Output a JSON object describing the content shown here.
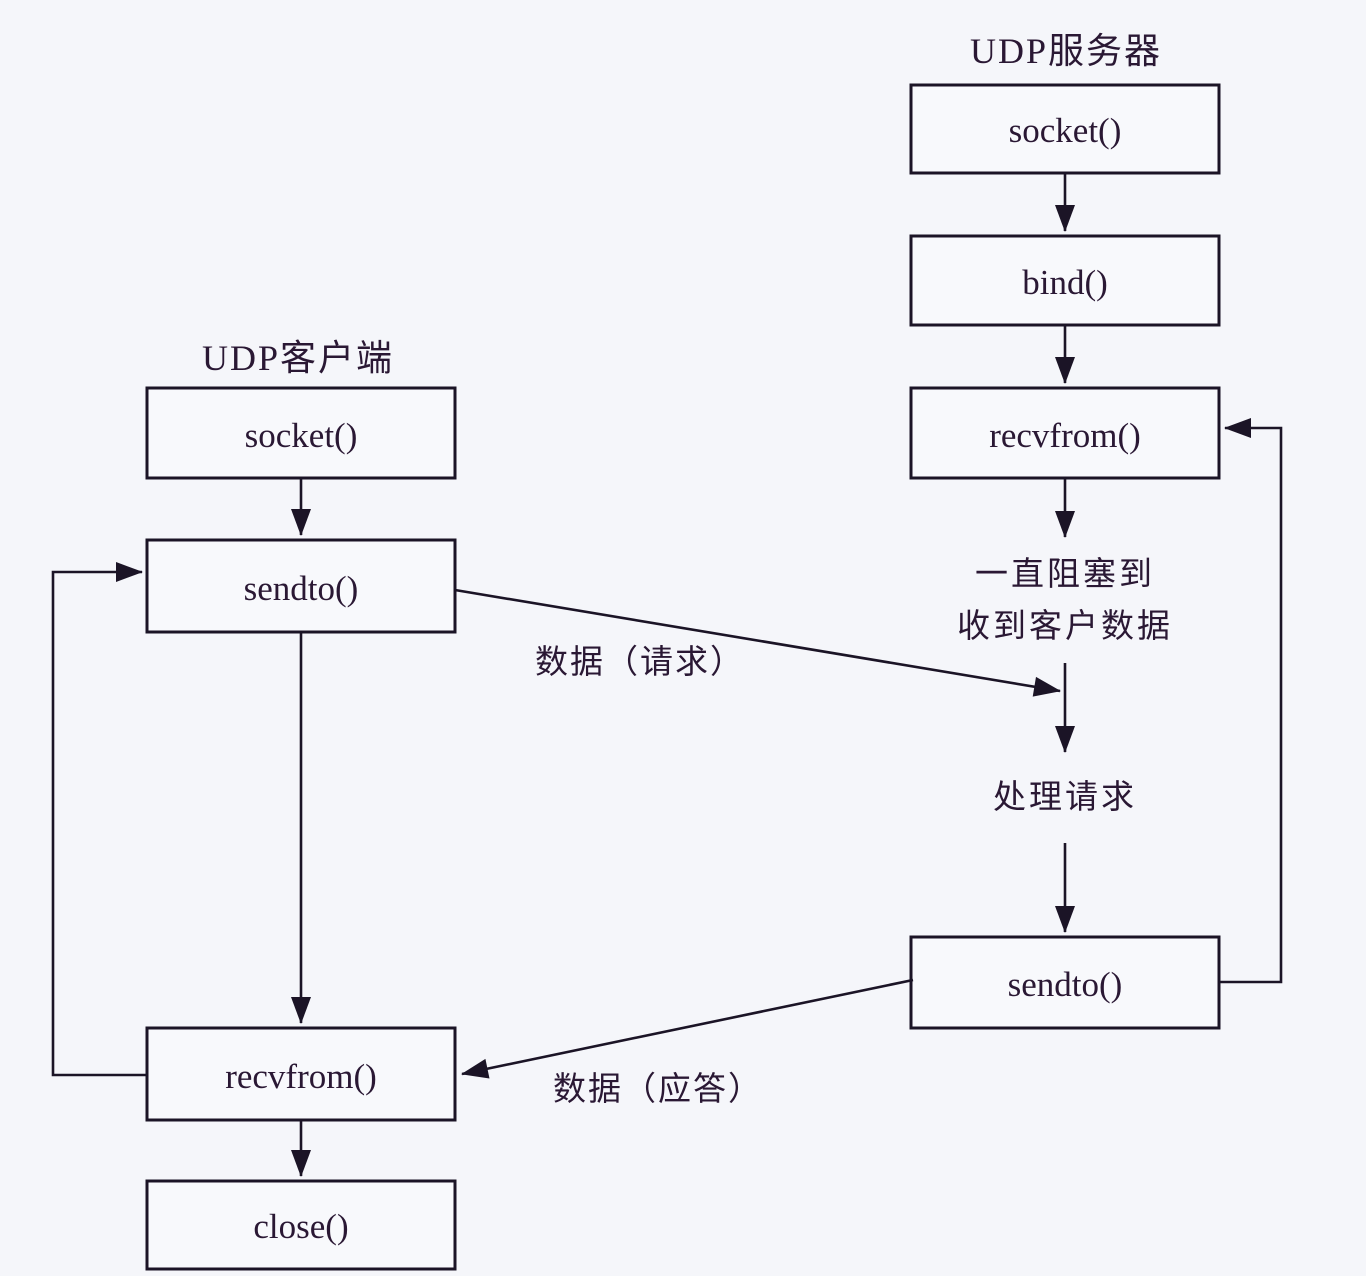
{
  "diagram": {
    "type": "flowchart",
    "subject": "UDP client-server socket call sequence",
    "colors": {
      "background": "#f5f6fa",
      "line": "#1b1426",
      "text": "#2a1834",
      "box_fill": "#f8f9fc"
    },
    "server": {
      "title": "UDP服务器",
      "socket_label": "socket()",
      "bind_label": "bind()",
      "recvfrom_label": "recvfrom()",
      "block_note_line1": "一直阻塞到",
      "block_note_line2": "收到客户数据",
      "process_note": "处理请求",
      "sendto_label": "sendto()"
    },
    "client": {
      "title": "UDP客户端",
      "socket_label": "socket()",
      "sendto_label": "sendto()",
      "recvfrom_label": "recvfrom()",
      "close_label": "close()"
    },
    "edges": {
      "request_label": "数据（请求）",
      "reply_label": "数据（应答）"
    }
  }
}
